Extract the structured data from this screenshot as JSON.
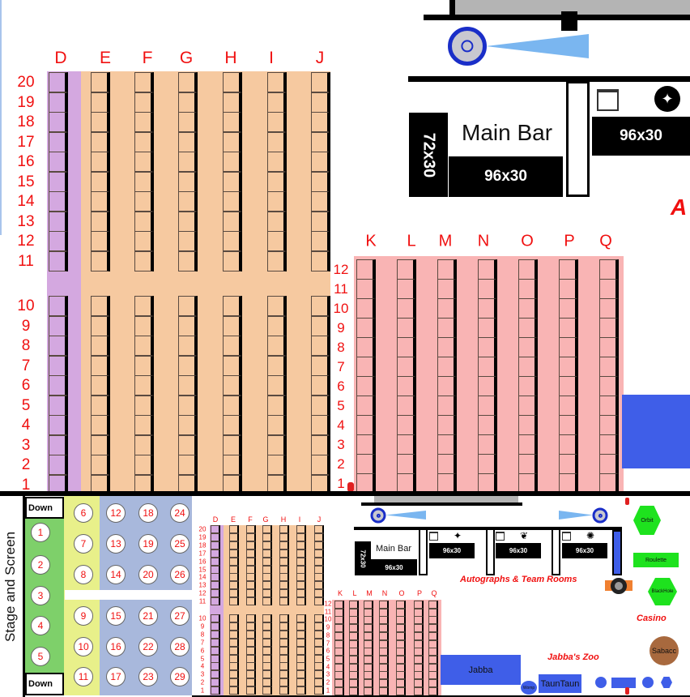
{
  "upper": {
    "left_block": {
      "columns": [
        "D",
        "E",
        "F",
        "G",
        "H",
        "I",
        "J"
      ],
      "rows": [
        "20",
        "19",
        "18",
        "17",
        "16",
        "15",
        "14",
        "13",
        "12",
        "11",
        "10",
        "9",
        "8",
        "7",
        "6",
        "5",
        "4",
        "3",
        "2",
        "1"
      ]
    },
    "right_block": {
      "columns": [
        "K",
        "L",
        "M",
        "N",
        "O",
        "P",
        "Q"
      ],
      "rows": [
        "12",
        "11",
        "10",
        "9",
        "8",
        "7",
        "6",
        "5",
        "4",
        "3",
        "2",
        "1"
      ]
    },
    "main_bar": {
      "title": "Main Bar",
      "side_size": "72x30",
      "front_size": "96x30"
    },
    "room_table": {
      "size": "96x30",
      "icon": "rebel-alliance-icon"
    },
    "cut_label": "A"
  },
  "lower": {
    "stage_label": "Stage and Screen",
    "stairs": [
      "Down",
      "Down"
    ],
    "tables": [
      "1",
      "2",
      "3",
      "4",
      "5",
      "6",
      "7",
      "8",
      "9",
      "10",
      "11",
      "12",
      "13",
      "14",
      "15",
      "16",
      "17",
      "18",
      "19",
      "20",
      "21",
      "22",
      "23",
      "24",
      "25",
      "26",
      "27",
      "28",
      "29"
    ],
    "left_block": {
      "columns": [
        "D",
        "E",
        "F",
        "G",
        "H",
        "I",
        "J"
      ],
      "rows": [
        "20",
        "19",
        "18",
        "17",
        "16",
        "15",
        "14",
        "13",
        "12",
        "11",
        "10",
        "9",
        "8",
        "7",
        "6",
        "5",
        "4",
        "3",
        "2",
        "1"
      ]
    },
    "right_block": {
      "columns": [
        "K",
        "L",
        "M",
        "N",
        "O",
        "P",
        "Q"
      ],
      "rows": [
        "12",
        "11",
        "10",
        "9",
        "8",
        "7",
        "6",
        "5",
        "4",
        "3",
        "2",
        "1"
      ]
    },
    "main_bar": {
      "title": "Main Bar",
      "side_size": "72x30",
      "front_size": "96x30"
    },
    "rooms": [
      {
        "size": "96x30",
        "icon": "rebel-alliance-icon"
      },
      {
        "size": "96x30",
        "icon": "jedi-order-icon"
      },
      {
        "size": "96x30",
        "icon": "galactic-empire-icon"
      }
    ],
    "autographs_label": "Autographs & Team Rooms",
    "casino": {
      "label": "Casino",
      "orbit": "Orbit",
      "roulette": "Roulette",
      "blackhole": "BlackHole",
      "sabacc": "Sabacc"
    },
    "zoo": {
      "label": "Jabba's Zoo",
      "jabba": "Jabba",
      "tauntaun": "TaunTaun",
      "womp": "Womp"
    }
  },
  "colors": {
    "label_red": "#f01010",
    "purple": "#d4a8e0",
    "peach": "#f6c9a0",
    "pink": "#f9b4b4",
    "green": "#7ed06a",
    "yellow": "#e8f08a",
    "blue_seating": "#a8b8dc",
    "exhibit_blue": "#3f5ee8",
    "casino_green": "#1ee21e",
    "sabacc_brown": "#a8693e"
  }
}
